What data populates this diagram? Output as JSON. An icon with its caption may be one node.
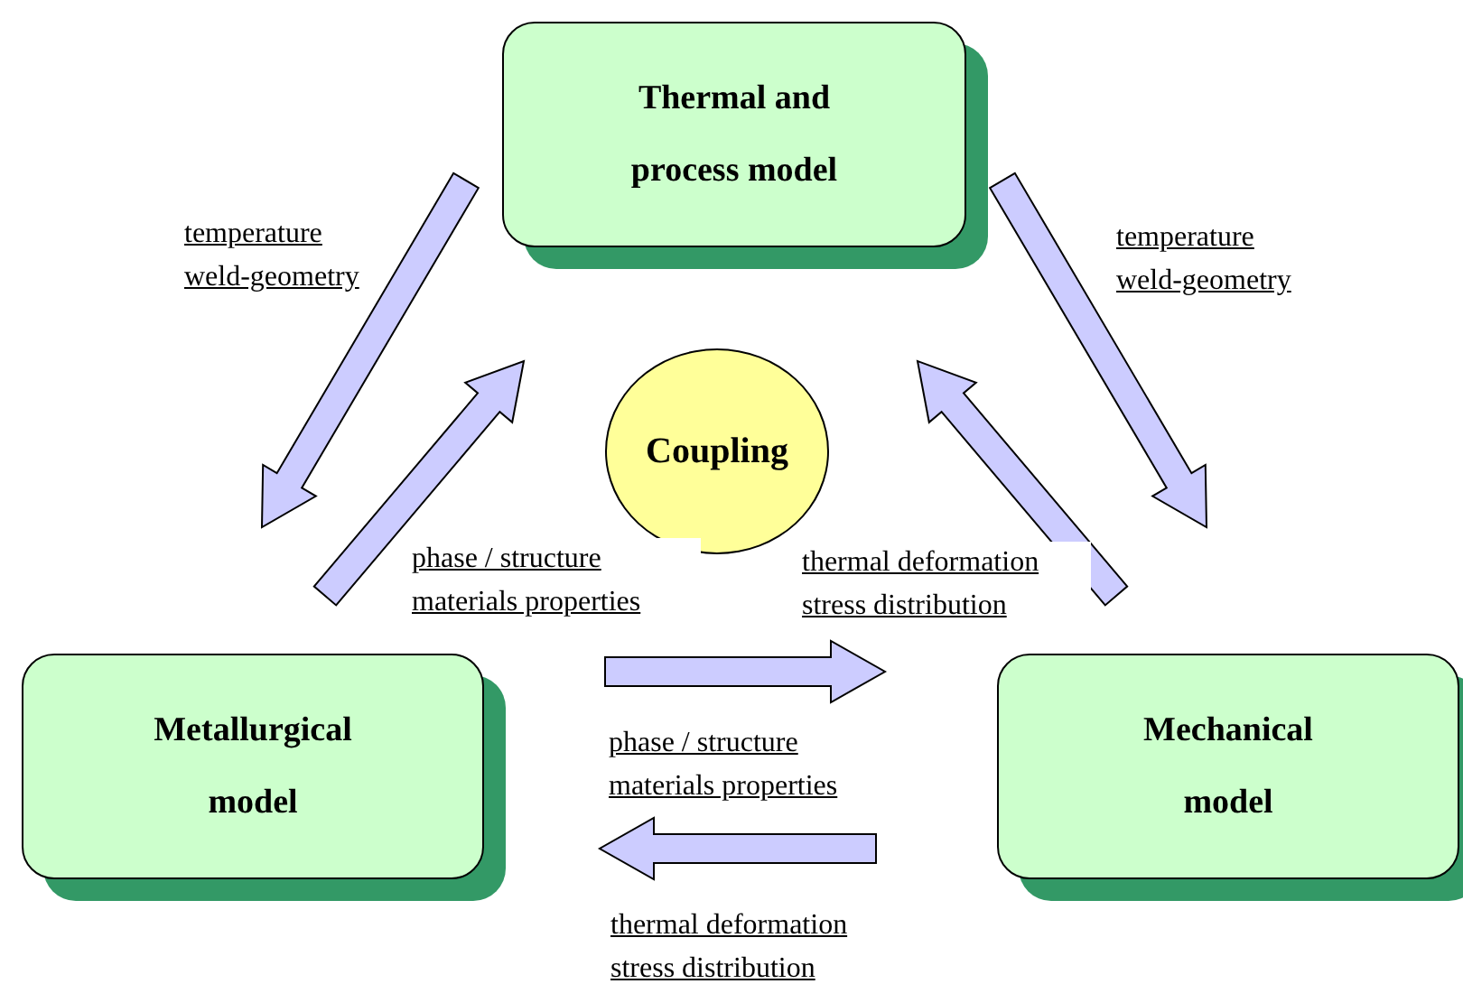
{
  "diagram": {
    "nodes": [
      {
        "text": [
          "Thermal and process model"
        ]
      },
      {
        "text": [
          "Metallurgical model"
        ]
      },
      {
        "text": [
          "Mechanical model"
        ]
      },
      {
        "text": [
          "Coupling"
        ]
      }
    ],
    "edges": [
      {
        "from": 0,
        "to": 1,
        "arrow": "to",
        "label": "temperature weld-geometry"
      },
      {
        "from": 1,
        "to": 0,
        "arrow": "to",
        "label": "phase / structure materials properties"
      },
      {
        "from": 0,
        "to": 2,
        "arrow": "to",
        "label": "temperature weld-geometry"
      },
      {
        "from": 2,
        "to": 0,
        "arrow": "to",
        "label": "thermal deformation stress distribution"
      },
      {
        "from": 1,
        "to": 2,
        "arrow": "to",
        "label": "phase / structure materials properties"
      },
      {
        "from": 2,
        "to": 1,
        "arrow": "to",
        "label": "thermal deformation stress distribution"
      }
    ]
  }
}
